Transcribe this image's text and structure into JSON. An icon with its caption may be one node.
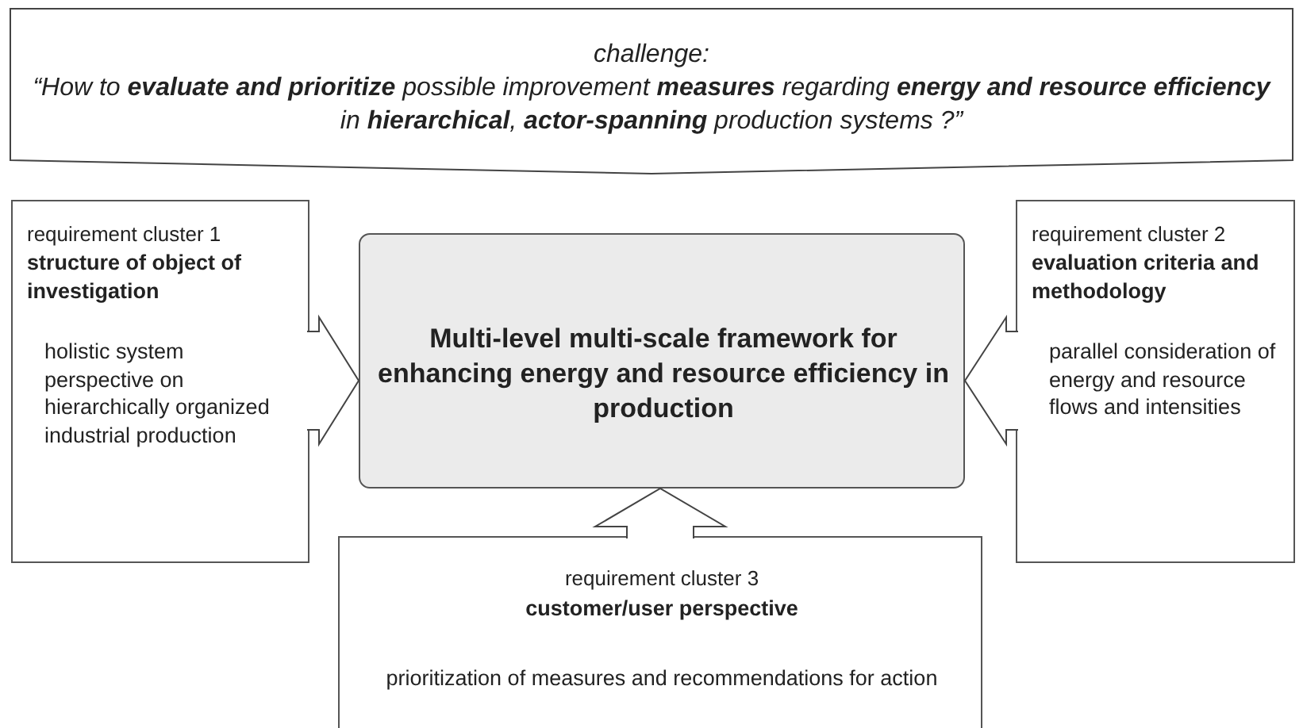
{
  "diagram": {
    "nodes": [
      {
        "text": [
          "challenge:",
          "“How to **evaluate and prioritize** possible improvement **measures** regarding **energy and resource efficiency** in **hierarchical**, **actor-spanning** production systems ?”"
        ]
      },
      {
        "text": [
          "requirement cluster 1",
          "structure of object of investigation",
          "holistic system perspective on hierarchically organized industrial production"
        ]
      },
      {
        "text": [
          "Multi-level multi-scale framework for enhancing energy and resource efficiency in production"
        ]
      },
      {
        "text": [
          "requirement cluster 2",
          "evaluation criteria and methodology",
          "parallel consideration of energy and resource flows and intensities"
        ]
      },
      {
        "text": [
          "requirement cluster 3",
          "customer/user perspective",
          "prioritization of measures and recommendations for action"
        ]
      }
    ],
    "edges": [
      {
        "from": 1,
        "to": 2,
        "arrow": "to"
      },
      {
        "from": 3,
        "to": 2,
        "arrow": "to"
      },
      {
        "from": 4,
        "to": 2,
        "arrow": "to"
      }
    ]
  }
}
